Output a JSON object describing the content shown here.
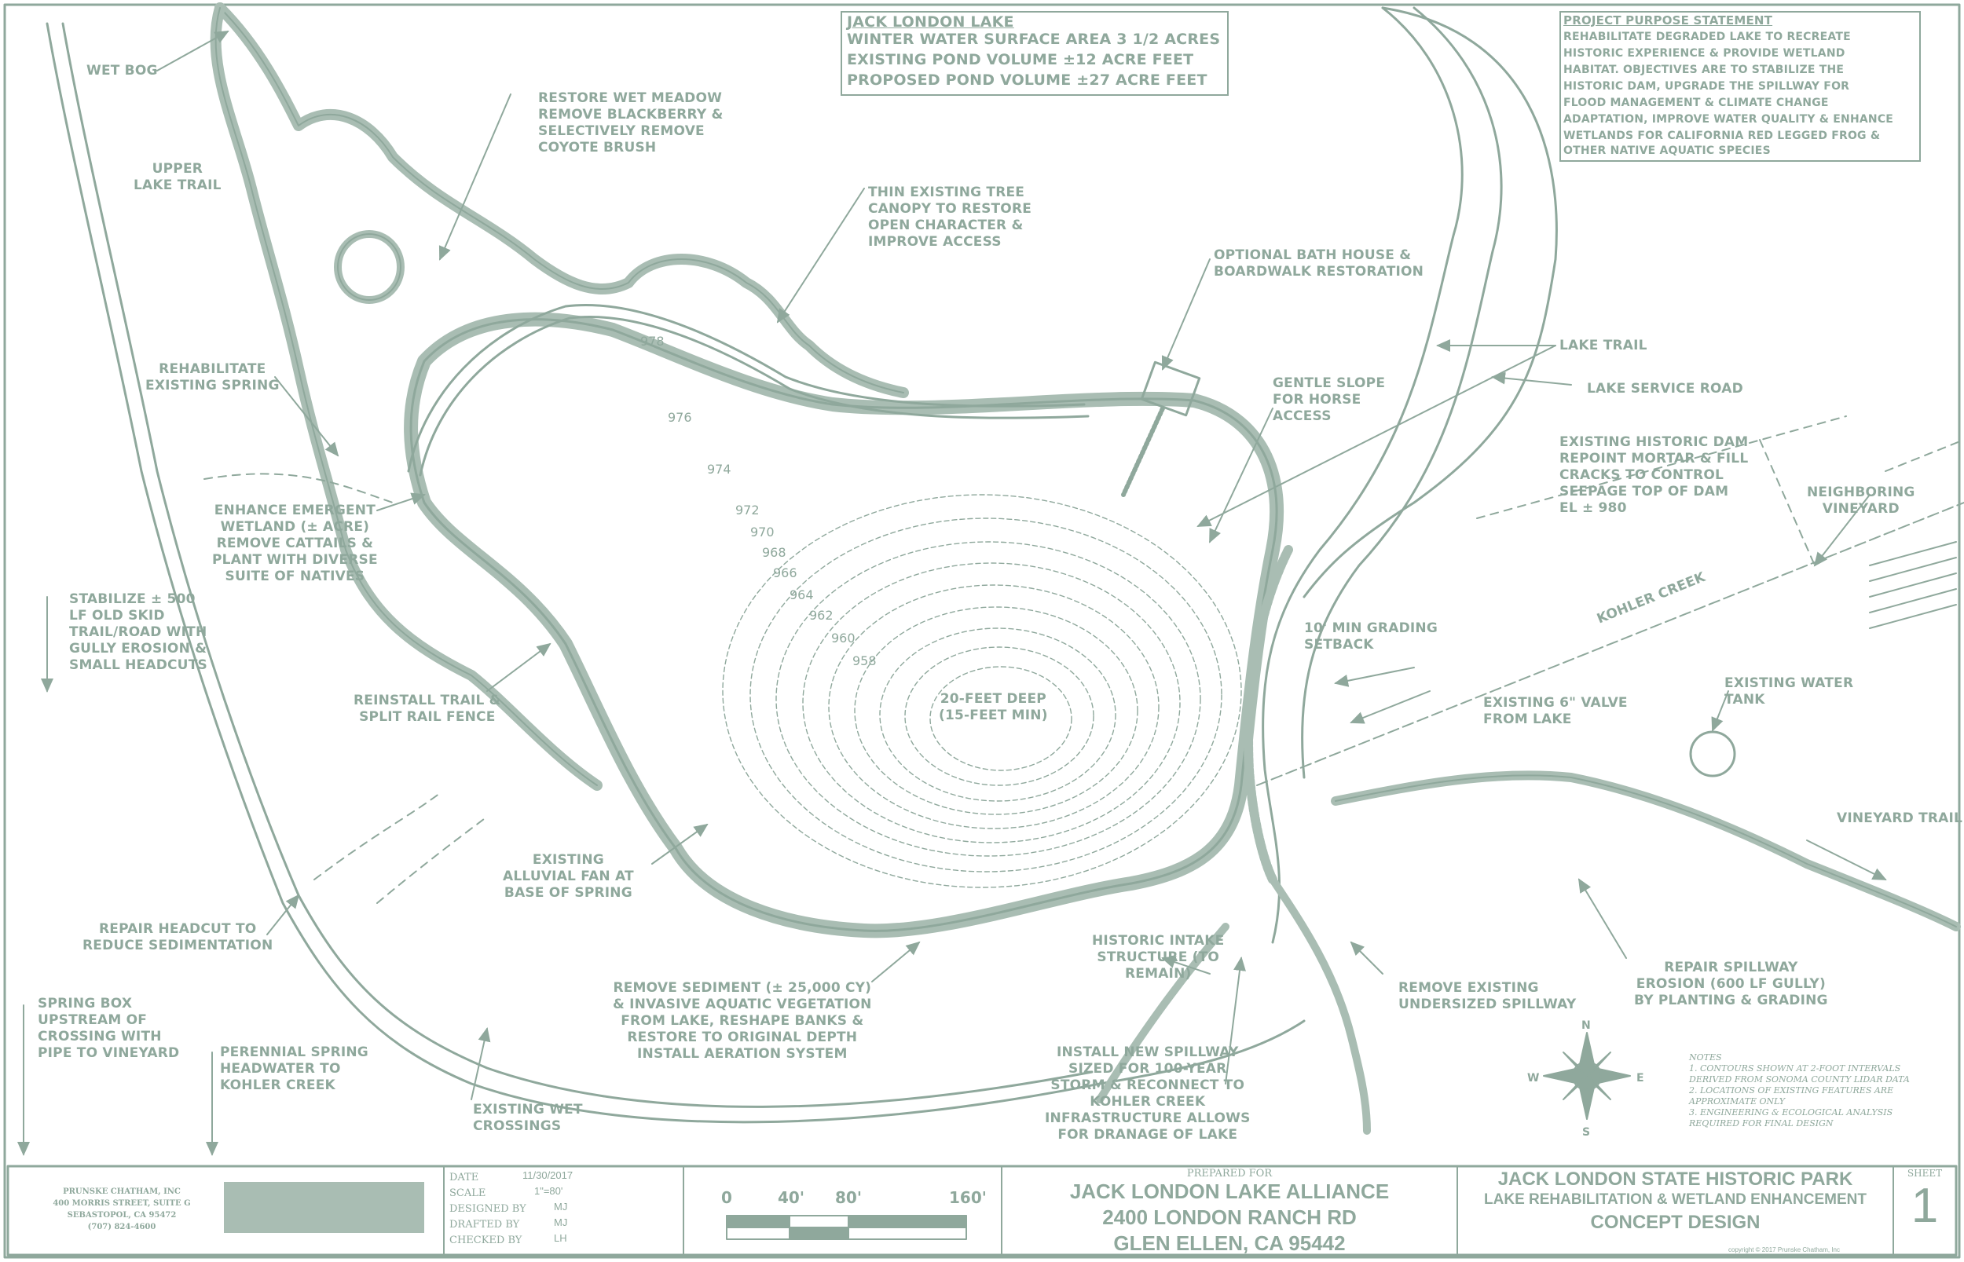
{
  "lake_info": {
    "title": "JACK LONDON LAKE",
    "lines": [
      "WINTER WATER SURFACE AREA 3 1/2 ACRES",
      "EXISTING POND VOLUME ±12 ACRE FEET",
      "PROPOSED POND VOLUME ±27 ACRE FEET"
    ]
  },
  "purpose": {
    "title": "PROJECT PURPOSE STATEMENT",
    "lines": [
      "REHABILITATE DEGRADED LAKE TO RECREATE",
      "HISTORIC EXPERIENCE & PROVIDE WETLAND",
      "HABITAT. OBJECTIVES ARE TO STABILIZE THE",
      "HISTORIC DAM, UPGRADE THE SPILLWAY FOR",
      "FLOOD MANAGEMENT & CLIMATE CHANGE",
      "ADAPTATION, IMPROVE WATER QUALITY & ENHANCE",
      "WETLANDS FOR CALIFORNIA RED LEGGED FROG &",
      "OTHER NATIVE AQUATIC SPECIES"
    ]
  },
  "labels": {
    "wet_bog": [
      "WET BOG"
    ],
    "upper_lake_trail": [
      "UPPER",
      "LAKE TRAIL"
    ],
    "restore_wet_meadow": [
      "RESTORE WET MEADOW",
      "REMOVE BLACKBERRY &",
      "SELECTIVELY REMOVE",
      "COYOTE BRUSH"
    ],
    "thin_canopy": [
      "THIN EXISTING TREE",
      "CANOPY TO RESTORE",
      "OPEN CHARACTER &",
      "IMPROVE ACCESS"
    ],
    "bath_house": [
      "OPTIONAL BATH HOUSE &",
      "BOARDWALK RESTORATION"
    ],
    "lake_trail": [
      "LAKE TRAIL"
    ],
    "lake_service_road": [
      "LAKE SERVICE ROAD"
    ],
    "gentle_slope": [
      "GENTLE SLOPE",
      "FOR HORSE",
      "ACCESS"
    ],
    "historic_dam": [
      "EXISTING HISTORIC DAM",
      "REPOINT MORTAR & FILL",
      "CRACKS TO CONTROL",
      "SEEPAGE TOP OF DAM",
      "EL ± 980"
    ],
    "neighboring_vineyard": [
      "NEIGHBORING",
      "VINEYARD"
    ],
    "rehab_spring": [
      "REHABILITATE",
      "EXISTING SPRING"
    ],
    "emergent_wetland": [
      "ENHANCE EMERGENT",
      "WETLAND (± ACRE)",
      "REMOVE CATTAILS &",
      "PLANT WITH DIVERSE",
      "SUITE OF NATIVES"
    ],
    "stabilize_trail": [
      "STABILIZE ± 500",
      "LF OLD SKID",
      "TRAIL/ROAD WITH",
      "GULLY EROSION &",
      "SMALL HEADCUTS"
    ],
    "reinstall_trail": [
      "REINSTALL TRAIL &",
      "SPLIT RAIL FENCE"
    ],
    "grading_setback": [
      "10' MIN GRADING",
      "SETBACK"
    ],
    "kohler_creek": [
      "KOHLER CREEK"
    ],
    "valve": [
      "EXISTING 6\" VALVE",
      "FROM LAKE"
    ],
    "water_tank": [
      "EXISTING WATER",
      "TANK"
    ],
    "vineyard_trail": [
      "VINEYARD TRAIL"
    ],
    "deep": [
      "20-FEET DEEP",
      "(15-FEET MIN)"
    ],
    "alluvial_fan": [
      "EXISTING",
      "ALLUVIAL FAN AT",
      "BASE OF SPRING"
    ],
    "repair_headcut": [
      "REPAIR HEADCUT TO",
      "REDUCE SEDIMENTATION"
    ],
    "intake": [
      "HISTORIC INTAKE",
      "STRUCTURE (TO",
      "REMAIN)"
    ],
    "remove_sediment": [
      "REMOVE SEDIMENT (± 25,000 CY)",
      "& INVASIVE AQUATIC VEGETATION",
      "FROM LAKE, RESHAPE BANKS &",
      "RESTORE TO ORIGINAL DEPTH",
      "INSTALL AERATION SYSTEM"
    ],
    "remove_spillway": [
      "REMOVE EXISTING",
      "UNDERSIZED SPILLWAY"
    ],
    "repair_spillway": [
      "REPAIR SPILLWAY",
      "EROSION (600 LF GULLY)",
      "BY PLANTING & GRADING"
    ],
    "spring_box": [
      "SPRING BOX",
      "UPSTREAM OF",
      "CROSSING WITH",
      "PIPE TO VINEYARD"
    ],
    "perennial_spring": [
      "PERENNIAL SPRING",
      "HEADWATER TO",
      "KOHLER CREEK"
    ],
    "wet_crossings": [
      "EXISTING WET",
      "CROSSINGS"
    ],
    "new_spillway": [
      "INSTALL NEW SPILLWAY",
      "SIZED FOR 100-YEAR",
      "STORM & RECONNECT TO",
      "KOHLER CREEK",
      "INFRASTRUCTURE ALLOWS",
      "FOR DRANAGE OF LAKE"
    ]
  },
  "contours": [
    "978",
    "976",
    "974",
    "972",
    "970",
    "968",
    "966",
    "964",
    "962",
    "960",
    "958"
  ],
  "notes": {
    "title": "NOTES",
    "lines": [
      "1. CONTOURS SHOWN AT 2-FOOT INTERVALS",
      "DERIVED FROM SONOMA COUNTY LIDAR DATA",
      "2. LOCATIONS OF EXISTING FEATURES ARE",
      "APPROXIMATE ONLY",
      "3. ENGINEERING & ECOLOGICAL ANALYSIS",
      "REQUIRED FOR FINAL DESIGN"
    ]
  },
  "compass": {
    "n": "N",
    "s": "S",
    "e": "E",
    "w": "W"
  },
  "title_block": {
    "firm_lines": [
      "PRUNSKE CHATHAM, INC",
      "400 MORRIS STREET, SUITE G",
      "SEBASTOPOL, CA 95472",
      "(707) 824-4600"
    ],
    "date_label": "DATE",
    "date": "11/30/2017",
    "scale_label": "SCALE",
    "scale": "1\"=80'",
    "designed_label": "DESIGNED BY",
    "designed": "MJ",
    "drafted_label": "DRAFTED BY",
    "drafted": "MJ",
    "checked_label": "CHECKED BY",
    "checked": "LH",
    "scale_ticks": [
      "0",
      "40'",
      "80'",
      "160'"
    ],
    "prepared_for": "PREPARED FOR",
    "client": "JACK LONDON LAKE ALLIANCE",
    "address": "2400 LONDON RANCH RD",
    "city": "GLEN ELLEN, CA 95442",
    "park": "JACK LONDON  STATE HISTORIC PARK",
    "project": "LAKE REHABILITATION & WETLAND ENHANCEMENT",
    "phase": "CONCEPT DESIGN",
    "sheet_label": "SHEET",
    "sheet_no": "1",
    "copyright": "copyright © 2017 Prunske Chatham, Inc"
  },
  "colors": {
    "ink": "#8fa89c",
    "paper": "#ffffff"
  }
}
